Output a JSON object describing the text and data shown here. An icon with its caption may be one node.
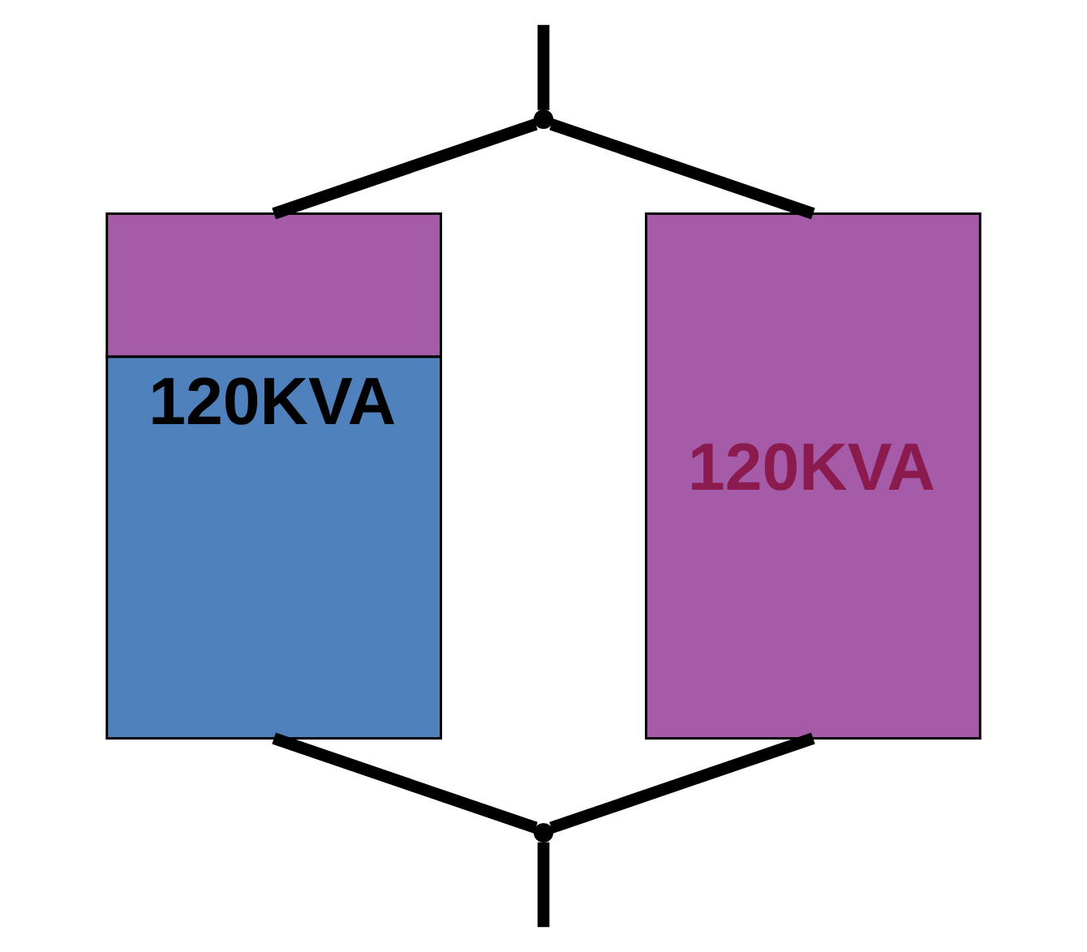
{
  "diagram": {
    "nodes": [
      {
        "text": [],
        "shape": "point"
      },
      {
        "text": [
          "120KVA"
        ]
      },
      {
        "text": [
          "120KVA"
        ]
      },
      {
        "text": [],
        "shape": "point"
      }
    ],
    "edges": [
      {
        "from": null,
        "to": 0,
        "arrow": "none"
      },
      {
        "from": 0,
        "to": 1,
        "arrow": "none"
      },
      {
        "from": 0,
        "to": 2,
        "arrow": "none"
      },
      {
        "from": 1,
        "to": 3,
        "arrow": "none"
      },
      {
        "from": 2,
        "to": 3,
        "arrow": "none"
      },
      {
        "from": 3,
        "to": null,
        "arrow": "none"
      }
    ]
  }
}
